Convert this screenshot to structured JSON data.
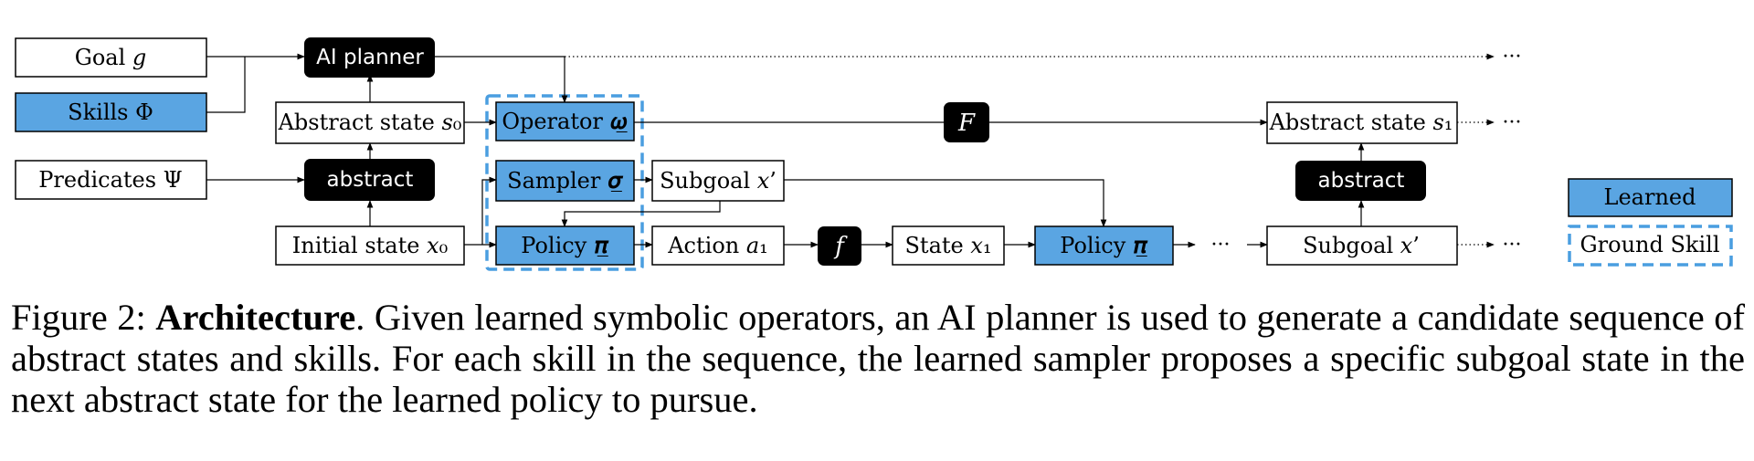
{
  "diagram": {
    "inputs": {
      "goal": "Goal 𝑔",
      "skills": "Skills Φ",
      "predicates": "Predicates Ψ"
    },
    "planner": "AI planner",
    "abstract_top": "abstract",
    "abstract_right": "abstract",
    "abstract_state_0": "Abstract state 𝑠₀",
    "initial_state": "Initial state 𝑥₀",
    "operator": "Operator 𝝎̲",
    "sampler": "Sampler 𝝈̲",
    "policy_1": "Policy 𝝅̲",
    "subgoal_1": "Subgoal 𝑥’",
    "action": "Action 𝑎₁",
    "f_small": "f",
    "state_1": "State 𝑥₁",
    "policy_2": "Policy 𝝅̲",
    "ellipsis_mid": "···",
    "subgoal_2": "Subgoal 𝑥’",
    "ellipsis_sub": "···",
    "F_big": "F",
    "abstract_state_1": "Abstract state 𝑠₁",
    "ellipsis_s1": "···",
    "ellipsis_top": "···",
    "legend": {
      "learned": "Learned",
      "ground_skill": "Ground Skill"
    },
    "colors": {
      "learned_fill": "#5aa5e2",
      "ground_skill_border": "#4a9ee0",
      "black_node": "#000000"
    }
  },
  "caption": {
    "prefix": "Figure 2: ",
    "bold": "Architecture",
    "text": ".  Given learned symbolic operators, an AI planner is used to generate a candidate sequence of abstract states and skills. For each skill in the sequence, the learned sampler proposes a specific subgoal state in the next abstract state for the learned policy to pursue."
  }
}
